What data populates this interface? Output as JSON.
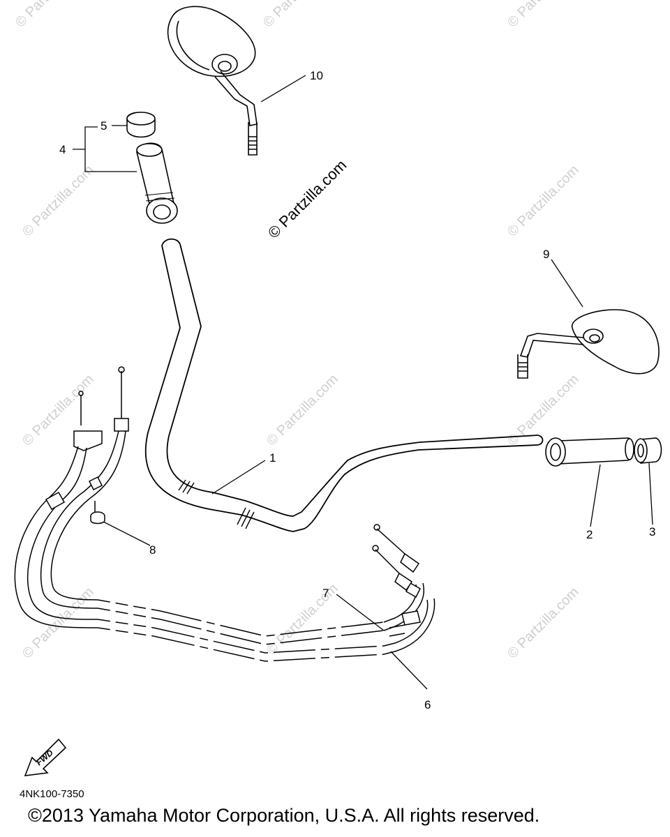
{
  "watermark": "© Partzilla.com",
  "watermark_short": "© Partzilla.com",
  "fwd_label": "FWD",
  "diagram_code": "4NK100-7350",
  "copyright": "©2013  Yamaha Motor Corporation, U.S.A. All rights reserved.",
  "callouts": {
    "c1": "1",
    "c2": "2",
    "c3": "3",
    "c4": "4",
    "c5": "5",
    "c6": "6",
    "c7": "7",
    "c8": "8",
    "c9": "9",
    "c10": "10"
  },
  "colors": {
    "line": "#000000",
    "watermark": "#cfcfcf",
    "background": "#ffffff"
  }
}
